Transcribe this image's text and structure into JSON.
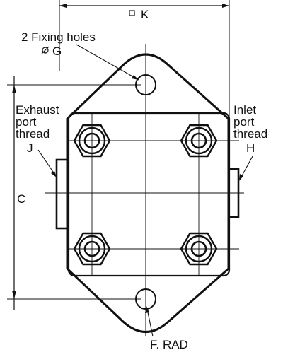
{
  "labels": {
    "k": "K",
    "fixing_holes": "2 Fixing holes",
    "g": "G",
    "exhaust_line1": "Exhaust",
    "exhaust_line2": "port",
    "exhaust_line3": "thread",
    "j": "J",
    "inlet_line1": "Inlet",
    "inlet_line2": "port",
    "inlet_line3": "thread",
    "h": "H",
    "c": "C",
    "f_rad": "F. RAD"
  }
}
